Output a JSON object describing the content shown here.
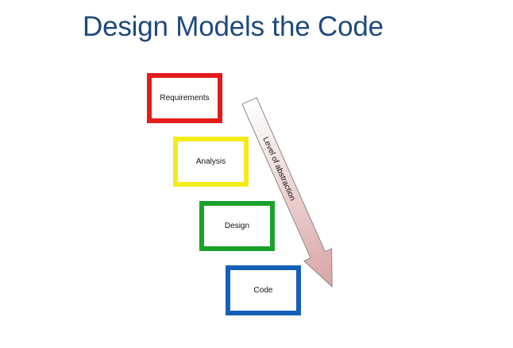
{
  "title": "Design Models the Code",
  "stages": [
    {
      "label": "Requirements",
      "color": "#e31b1b"
    },
    {
      "label": "Analysis",
      "color": "#f4ec1a"
    },
    {
      "label": "Design",
      "color": "#1aa22c"
    },
    {
      "label": "Code",
      "color": "#1460b8"
    }
  ],
  "arrow": {
    "label": "Level of abstraction",
    "gradient_start": "#ffffff",
    "gradient_end": "#d9a3a3"
  }
}
